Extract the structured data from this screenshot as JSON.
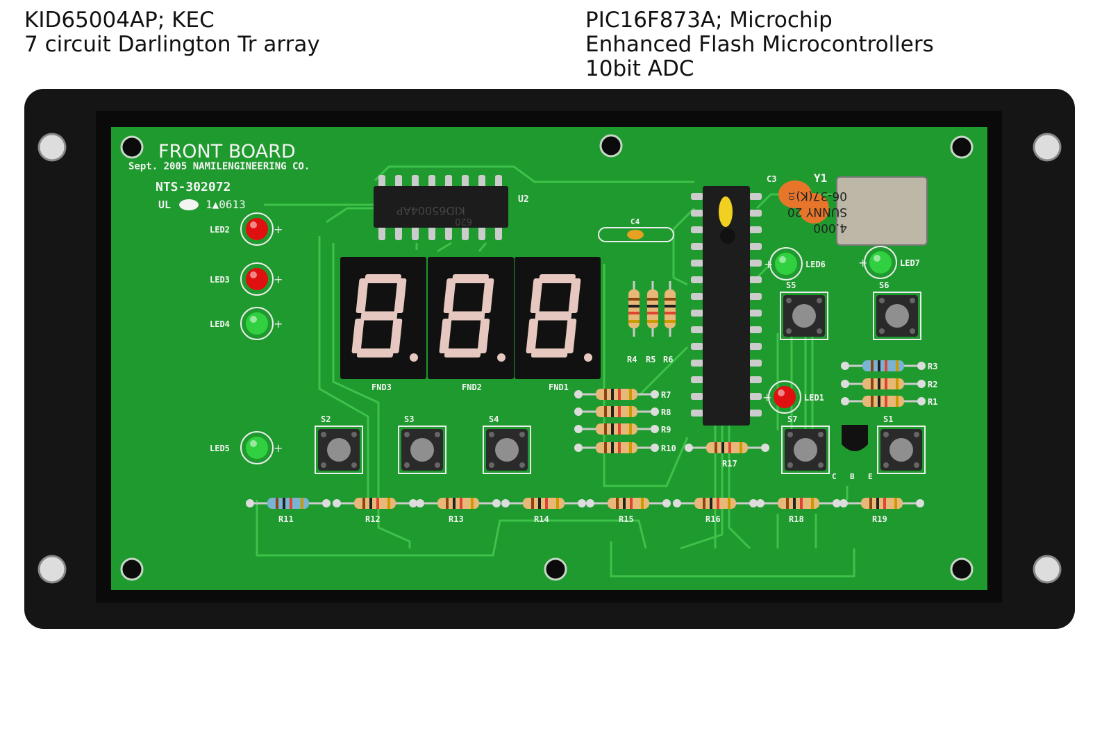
{
  "annotations": {
    "left": {
      "line1": "KID65004AP; KEC",
      "line2": "7 circuit Darlington Tr array"
    },
    "right": {
      "line1": "PIC16F873A; Microchip",
      "line2": "Enhanced Flash Microcontrollers",
      "line3": "10bit ADC"
    }
  },
  "board": {
    "title": "FRONT  BOARD",
    "maker": "Sept. 2005 NAMILENGINEERING CO.",
    "part_number": "NTS-302072",
    "cert": "1▲0613",
    "cert_logo": "UL",
    "u2_label": "U2",
    "u2_marking": "KID65004AP",
    "u2_code": "620",
    "crystal_label": "Y1",
    "crystal_marking": [
      "4.000",
      "SUNNY 20",
      "06-37(K)"
    ],
    "cap_labels": [
      "C3",
      "C4"
    ],
    "cap_marking": "10",
    "transistor_pins": [
      "C",
      "B",
      "E"
    ],
    "displays": [
      "FND3",
      "FND2",
      "FND1"
    ],
    "leds": [
      {
        "label": "LED2",
        "color": "#e01010"
      },
      {
        "label": "LED3",
        "color": "#e01010"
      },
      {
        "label": "LED4",
        "color": "#30d040"
      },
      {
        "label": "LED5",
        "color": "#30d040"
      },
      {
        "label": "LED6",
        "color": "#30d040"
      },
      {
        "label": "LED7",
        "color": "#30d040"
      },
      {
        "label": "LED1",
        "color": "#e01010"
      }
    ],
    "switches": [
      "S2",
      "S3",
      "S4",
      "S5",
      "S6",
      "S7",
      "S1"
    ],
    "resistors": [
      "R11",
      "R12",
      "R13",
      "R14",
      "R15",
      "R16",
      "R18",
      "R19",
      "R4",
      "R5",
      "R6",
      "R7",
      "R8",
      "R9",
      "R10",
      "R3",
      "R2",
      "R1",
      "R17"
    ]
  },
  "colors": {
    "pcb": "#1f9a2e",
    "trace": "#3ec24a",
    "frame": "#141414",
    "silk": "#f4f4f4"
  }
}
